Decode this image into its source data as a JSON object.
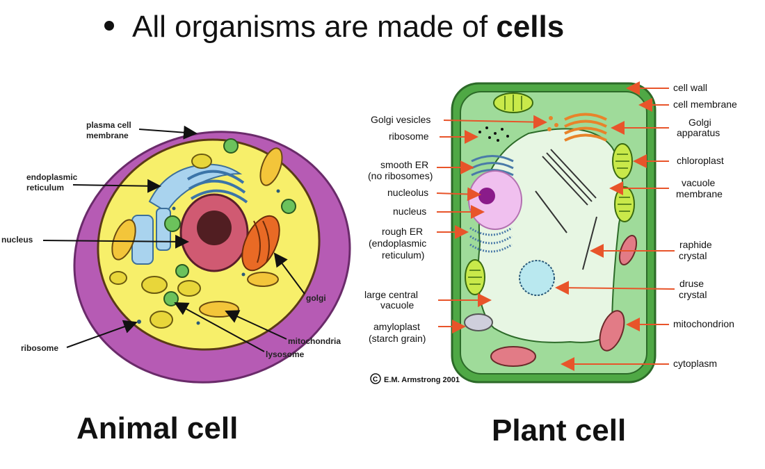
{
  "title": {
    "prefix": "All organisms are made of ",
    "bold": "cells"
  },
  "animal": {
    "caption": "Animal cell",
    "labels": {
      "plasma_cell": "plasma cell",
      "membrane": "membrane",
      "endoplasmic": "endoplasmic",
      "reticulum": "reticulum",
      "nucleus": "nucleus",
      "golgi": "golgi",
      "mitochondria": "mitochondria",
      "lysosome": "lysosome",
      "ribosome": "ribosome"
    }
  },
  "plant": {
    "caption": "Plant cell",
    "copyright": "E.M. Armstrong 2001",
    "copyright_symbol": "C",
    "labels": {
      "golgi_vesicles": "Golgi vesicles",
      "ribosome": "ribosome",
      "smooth_er": "smooth ER",
      "no_ribosomes": "(no ribosomes)",
      "nucleolus": "nucleolus",
      "nucleus": "nucleus",
      "rough_er": "rough ER",
      "endoplasmic_open": "(endoplasmic",
      "reticulum_close": "reticulum)",
      "large_central": "large central",
      "vacuole": "vacuole",
      "amyloplast": "amyloplast",
      "starch_grain": "(starch grain)",
      "cell_wall": "cell wall",
      "cell_membrane": "cell membrane",
      "golgi": "Golgi",
      "apparatus": "apparatus",
      "chloroplast": "chloroplast",
      "vacuole_top": "vacuole",
      "membrane": "membrane",
      "raphide": "raphide",
      "crystal_1": "crystal",
      "druse": "druse",
      "crystal_2": "crystal",
      "mitochondrion": "mitochondrion",
      "cytoplasm": "cytoplasm"
    }
  }
}
